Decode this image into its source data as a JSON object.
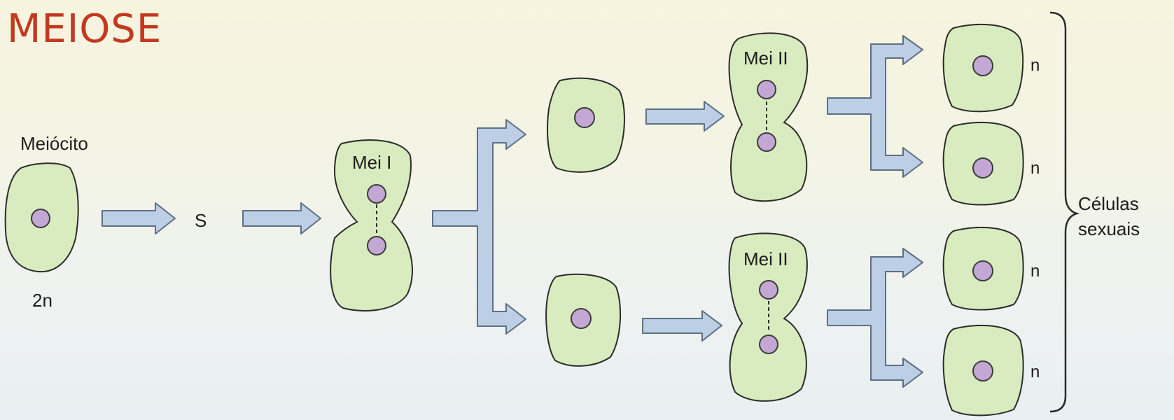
{
  "title": "MEIOSE",
  "title_color": "#c2391f",
  "labels": {
    "meiocito": "Meiócito",
    "ploidy_2n": "2n",
    "s_phase": "S",
    "mei_i": "Mei I",
    "mei_ii_top": "Mei II",
    "mei_ii_bottom": "Mei II",
    "n": [
      "n",
      "n",
      "n",
      "n"
    ],
    "celulas": "Células",
    "sexuais": "sexuais"
  },
  "colors": {
    "cell_fill": "#d9ecbf",
    "nucleus_fill": "#c4a7d4",
    "arrow_fill": "#bccfe4"
  }
}
